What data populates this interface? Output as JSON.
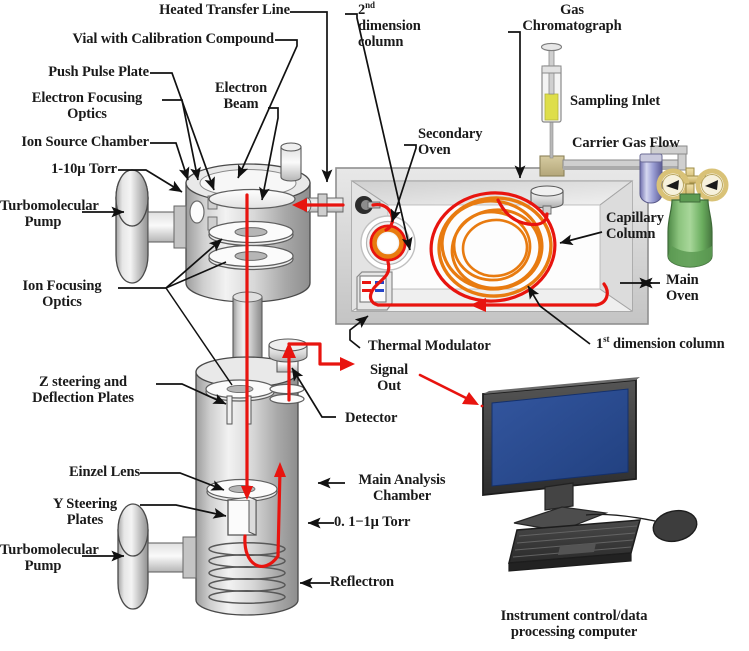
{
  "figure": {
    "title": "GCxGC Time-of-Flight Mass Spectrometer Schematic",
    "type": "instrument-diagram"
  },
  "labels": {
    "heated_transfer_line": "Heated Transfer Line",
    "vial_calibration": "Vial with Calibration Compound",
    "push_pulse_plate": "Push Pulse Plate",
    "electron_focusing_optics": "Electron Focusing\nOptics",
    "ion_source_chamber": "Ion Source Chamber",
    "pressure_source": "1-10μ Torr",
    "turbo_pump_top": "Turbomolecular\nPump",
    "ion_focusing_optics": "Ion Focusing\nOptics",
    "z_steering": "Z steering and\nDeflection Plates",
    "einzel_lens": "Einzel Lens",
    "y_steering": "Y Steering\nPlates",
    "turbo_pump_bottom": "Turbomolecular\nPump",
    "electron_beam": "Electron\nBeam",
    "second_dimension_column_pre": "2",
    "second_dimension_column_sup": "nd",
    "second_dimension_column_post": "dimension\ncolumn",
    "gas_chromatograph": "Gas\nChromatograph",
    "secondary_oven": "Secondary\nOven",
    "sampling_inlet": "Sampling Inlet",
    "carrier_gas_flow": "Carrier Gas Flow",
    "capillary_column": "Capillary\nColumn",
    "main_oven": "Main\nOven",
    "thermal_modulator": "Thermal Modulator",
    "first_dimension_column_pre": "1",
    "first_dimension_column_sup": "st",
    "first_dimension_column_post": " dimension column",
    "signal_out": "Signal\nOut",
    "detector": "Detector",
    "main_analysis_chamber": "Main  Analysis\nChamber",
    "pressure_analyzer": "0. 1−1μ Torr",
    "reflectron": "Reflectron",
    "computer_caption": "Instrument control/data\nprocessing computer"
  },
  "colors": {
    "flow_red": "#e8140f",
    "column_orange": "#e87b10",
    "monitor_screen": "#2b4a96",
    "monitor_bezel": "#3a3a3a",
    "gas_cylinder_green": "#6aad5e",
    "regulator_gold": "#d9c277",
    "syringe_liquid": "#dede4a",
    "metal_grey": "#b8b8b8",
    "oven_wall": "#d2d2d2",
    "text_black": "#1a1a1a"
  }
}
